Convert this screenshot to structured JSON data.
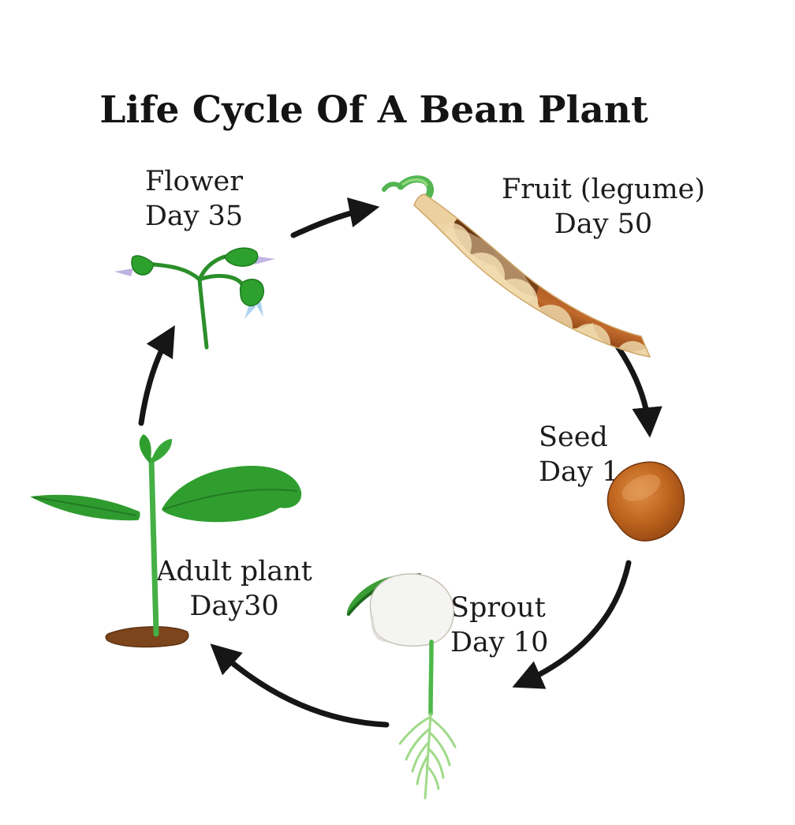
{
  "title": "Life Cycle Of A Bean Plant",
  "stages": [
    {
      "name": "Flower",
      "day": "Day 35"
    },
    {
      "name": "Fruit (legume)",
      "day": "Day 50"
    },
    {
      "name": "Seed",
      "day": "Day 1"
    },
    {
      "name": "Sprout",
      "day": "Day 10"
    },
    {
      "name": "Adult plant",
      "day": "Day30"
    }
  ],
  "cycle_order": [
    "Seed",
    "Sprout",
    "Adult plant",
    "Flower",
    "Fruit (legume)"
  ],
  "arrows": [
    {
      "from": "Flower",
      "to": "Fruit (legume)"
    },
    {
      "from": "Fruit (legume)",
      "to": "Seed"
    },
    {
      "from": "Seed",
      "to": "Sprout"
    },
    {
      "from": "Sprout",
      "to": "Adult plant"
    },
    {
      "from": "Adult plant",
      "to": "Flower"
    }
  ],
  "colors": {
    "background": "#ffffff",
    "text": "#1b1b1b",
    "arrow": "#161616",
    "leaf_green": "#2f9e2f",
    "stem_green": "#49b649",
    "root_green": "#9ad884",
    "pod_tan": "#ecd0a0",
    "bean_dark_brown": "#6b3916",
    "bean_orange": "#b65c22",
    "seed_orange": "#c2671f",
    "petal_lavender": "#beb3e0",
    "petal_blue": "#aed4f2",
    "cotyledon_white": "#f4f4f2",
    "soil_brown": "#7c451b"
  }
}
